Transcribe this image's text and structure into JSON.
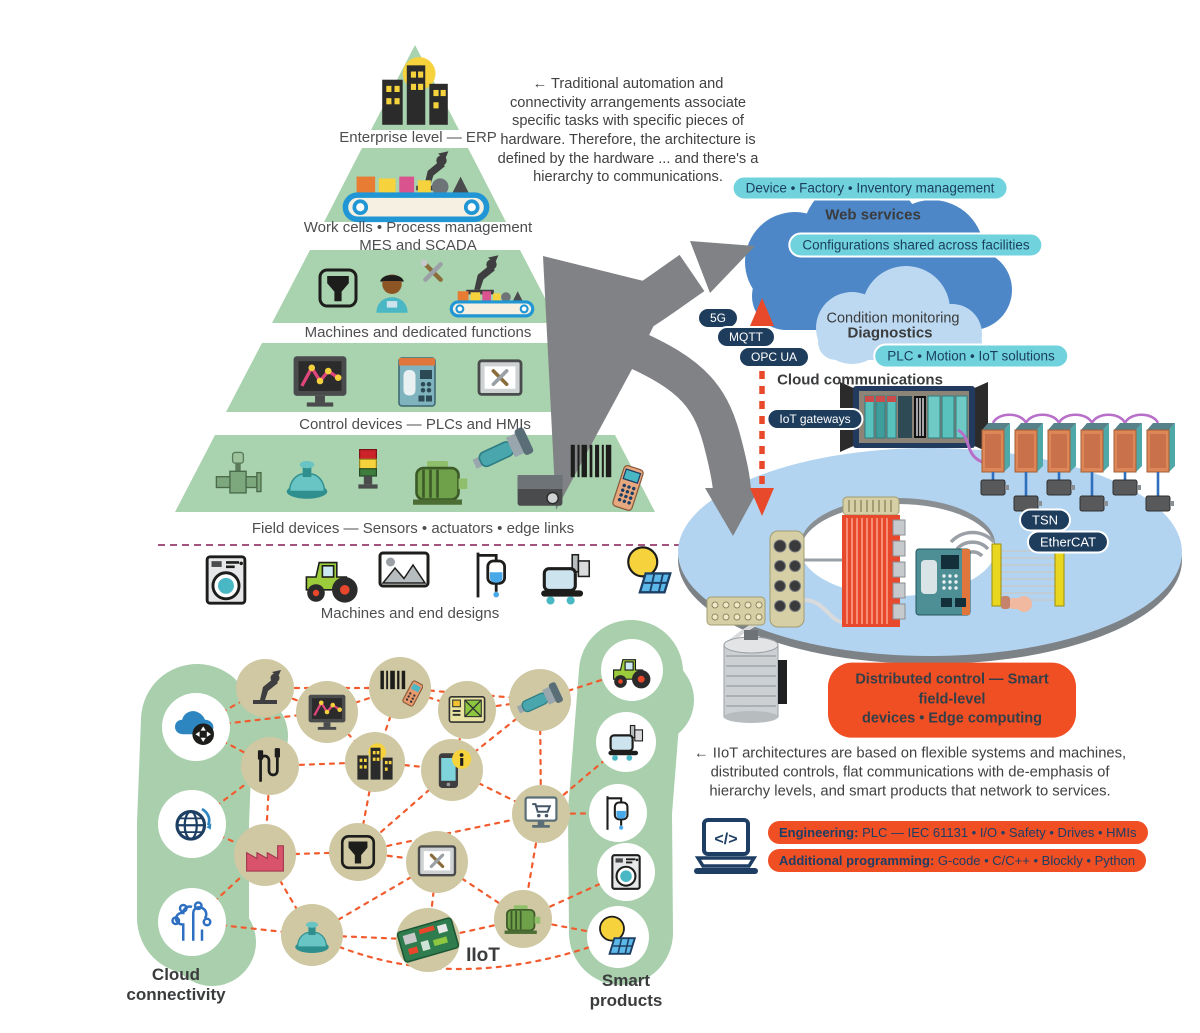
{
  "pyramid": {
    "annotation": "← Traditional automation and\nconnectivity arrangements associate\nspecific tasks with specific pieces of\nhardware. Therefore, the architecture is\ndefined by the hardware ... and there's a\nhierarchy to communications.",
    "levels": [
      {
        "label": "Enterprise level — ERP"
      },
      {
        "label": "Work cells • Process management\nMES and SCADA"
      },
      {
        "label": "Machines and dedicated functions"
      },
      {
        "label": "Control devices — PLCs and HMIs"
      },
      {
        "label": "Field devices — Sensors • actuators • edge links"
      }
    ],
    "machines_row_label": "Machines and end designs"
  },
  "cloud": {
    "pill_management": "Device • Factory • Inventory management",
    "web_services": "Web services",
    "pill_configurations": "Configurations shared across facilities",
    "condition_monitoring": "Condition monitoring",
    "diagnostics": "Diagnostics",
    "pill_solutions": "PLC • Motion • IoT solutions",
    "protocols": [
      {
        "label": "5G"
      },
      {
        "label": "MQTT"
      },
      {
        "label": "OPC UA"
      }
    ],
    "cloud_communications": "Cloud communications",
    "iot_gateways": "IoT gateways"
  },
  "ring": {
    "tsn": "TSN",
    "ethercat": "EtherCAT",
    "distributed_control": "Distributed control — Smart field-level\ndevices • Edge computing"
  },
  "iiot_annotation": "← IIoT architectures are based on flexible systems and machines,\ndistributed controls, flat communications with de-emphasis of\nhierarchy levels, and smart products that network to services.",
  "programming": {
    "laptop_glyph": "</>",
    "engineering_label": "Engineering:",
    "engineering_items": " PLC — IEC 61131 • I/O • Safety • Drives • HMIs",
    "additional_label": "Additional programming:",
    "additional_items": " G-code • C/C++ • Blockly • Python"
  },
  "network": {
    "cloud_connectivity": "Cloud\nconnectivity",
    "iiot": "IIoT",
    "smart_products": "Smart\nproducts"
  },
  "colors": {
    "pyramid_green": "#a9d2ae",
    "blob_green": "#a9cfad",
    "cloud_blue": "#4d87c7",
    "cloud_light_blue": "#bdd9f1",
    "disc_blue": "#b3d4f0",
    "pill_cyan": "#6fd2dc",
    "pill_navy": "#1e3d5c",
    "pill_orange": "#f04e23",
    "mesh_dash_orange": "#f15b2e",
    "arrow_gray": "#808285",
    "red_arrow": "#e8492a",
    "separator_purple": "#a4527e"
  }
}
